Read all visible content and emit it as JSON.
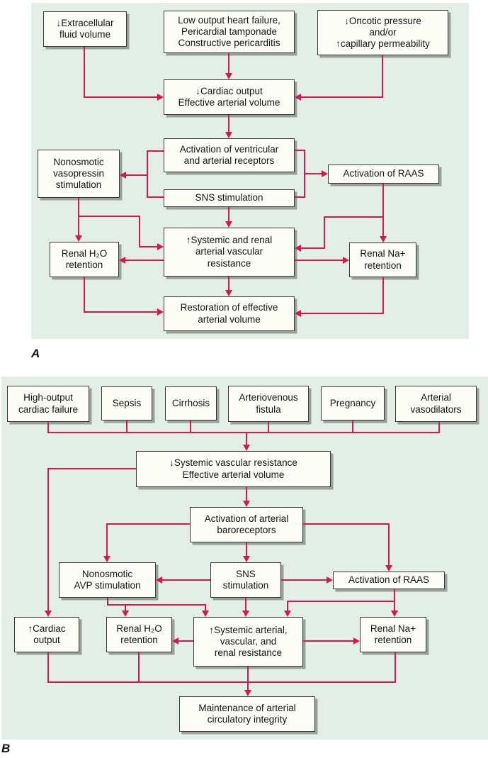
{
  "palette": {
    "panel_bg": "#e3efe6",
    "arrow": "#d6194d",
    "box_border": "#3a3a3a",
    "box_fill": "#fdfdf8",
    "box_shadow_color": "#98a29a",
    "text": "#141414"
  },
  "panel_a": {
    "label": "A",
    "nodes": {
      "extracellular": "↓Extracellular\nfluid volume",
      "low_output": "Low output heart failure,\nPericardial tamponade\nConstructive pericarditis",
      "oncotic": "↓Oncotic pressure\nand/or\n↑capillary permeability",
      "cardiac_output": "↓Cardiac output\nEffective arterial volume",
      "ventricular": "Activation of ventricular\nand arterial receptors",
      "vasopressin": "Nonosmotic\nvasopressin\nstimulation",
      "raas": "Activation of RAAS",
      "sns": "SNS stimulation",
      "resistance": "↑Systemic and renal\narterial vascular\nresistance",
      "renal_h2o": "Renal H₂O\nretention",
      "renal_na": "Renal Na+\nretention",
      "restoration": "Restoration of effective\narterial volume"
    }
  },
  "panel_b": {
    "label": "B",
    "nodes": {
      "high_output": "High-output\ncardiac failure",
      "sepsis": "Sepsis",
      "cirrhosis": "Cirrhosis",
      "av_fistula": "Arteriovenous\nfistula",
      "pregnancy": "Pregnancy",
      "vasodilators": "Arterial\nvasodilators",
      "svr": "↓Systemic vascular resistance\nEffective arterial volume",
      "baroreceptors": "Activation of arterial\nbaroreceptors",
      "avp": "Nonosmotic\nAVP stimulation",
      "sns": "SNS\nstimulation",
      "raas": "Activation of RAAS",
      "cardiac_output": "↑Cardiac\noutput",
      "renal_h2o": "Renal H₂O\nretention",
      "systemic_arterial": "↑Systemic arterial,\nvascular, and\nrenal resistance",
      "renal_na": "Renal Na+\nretention",
      "maintenance": "Maintenance of arterial\ncirculatory integrity"
    }
  }
}
